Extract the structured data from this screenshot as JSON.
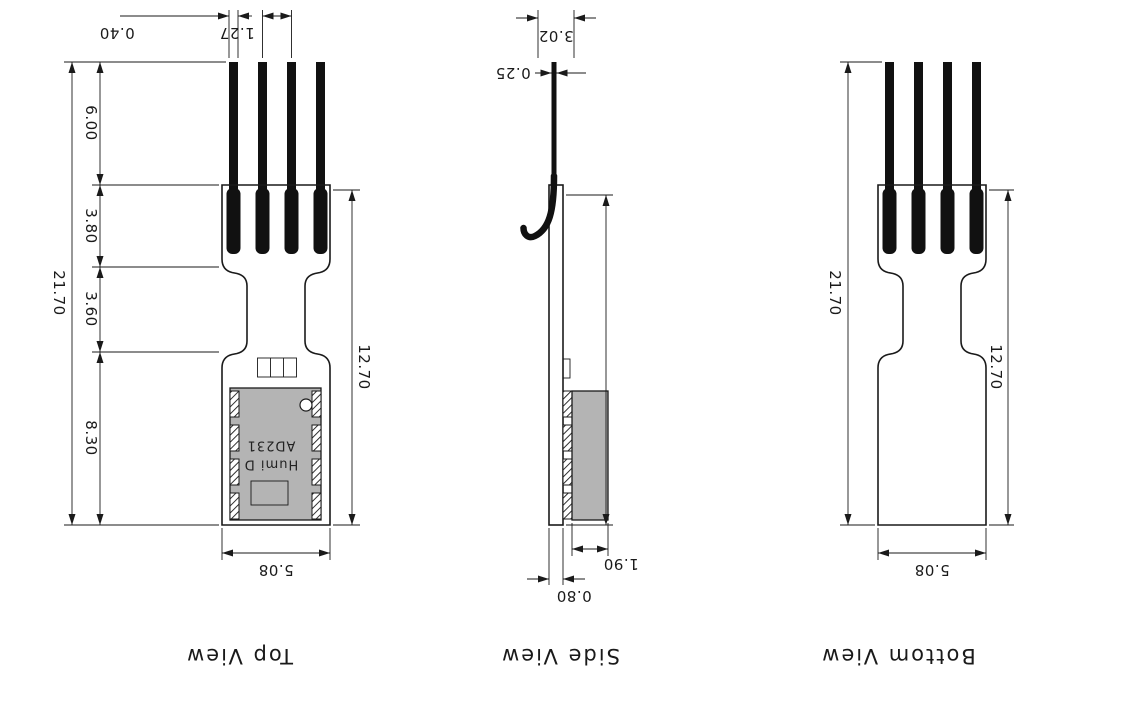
{
  "drawing": {
    "type": "mechanical-dimension-drawing",
    "orientation": "rotated-180-degrees",
    "line_color": "#1a1a1a",
    "chip_fill": "#b4b4b4",
    "views": {
      "top": {
        "title": "Top View",
        "chip_marking": {
          "line1": "Humi D",
          "line2": "AD231"
        },
        "dimensions": {
          "pin_width": "0.40",
          "pin_pitch": "1.27",
          "pin_length": "6.00",
          "header_length": "3.80",
          "neck_length": "3.60",
          "sensor_area_length": "8.30",
          "overall_length": "21.70",
          "body_length": "12.70",
          "body_width": "5.08"
        }
      },
      "side": {
        "title": "Side View",
        "dimensions": {
          "top_offset": "3.02",
          "pin_thickness": "0.25",
          "component_height": "1.90",
          "board_thickness": "0.80"
        }
      },
      "bottom": {
        "title": "Bottom View",
        "dimensions": {
          "overall_length": "21.70",
          "body_length": "12.70",
          "body_width": "5.08"
        }
      }
    }
  }
}
